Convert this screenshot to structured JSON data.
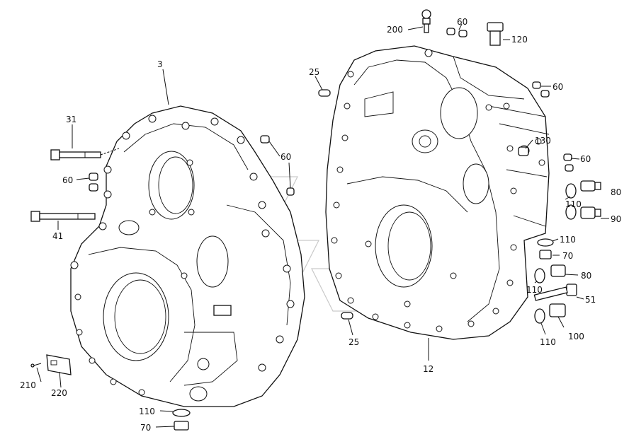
{
  "labels": {
    "l3": "3",
    "l31": "31",
    "l60a": "60",
    "l41": "41",
    "l60b": "60",
    "l210": "210",
    "l220": "220",
    "l110a": "110",
    "l70a": "70",
    "l25a": "25",
    "l200": "200",
    "l60c": "60",
    "l120": "120",
    "l60d": "60",
    "l130": "130",
    "l60e": "60",
    "l80a": "80",
    "l110b": "110",
    "l90": "90",
    "l110c": "110",
    "l70b": "70",
    "l80b": "80",
    "l110d": "110",
    "l51": "51",
    "l110e": "110",
    "l100": "100",
    "l25b": "25",
    "l12": "12"
  }
}
